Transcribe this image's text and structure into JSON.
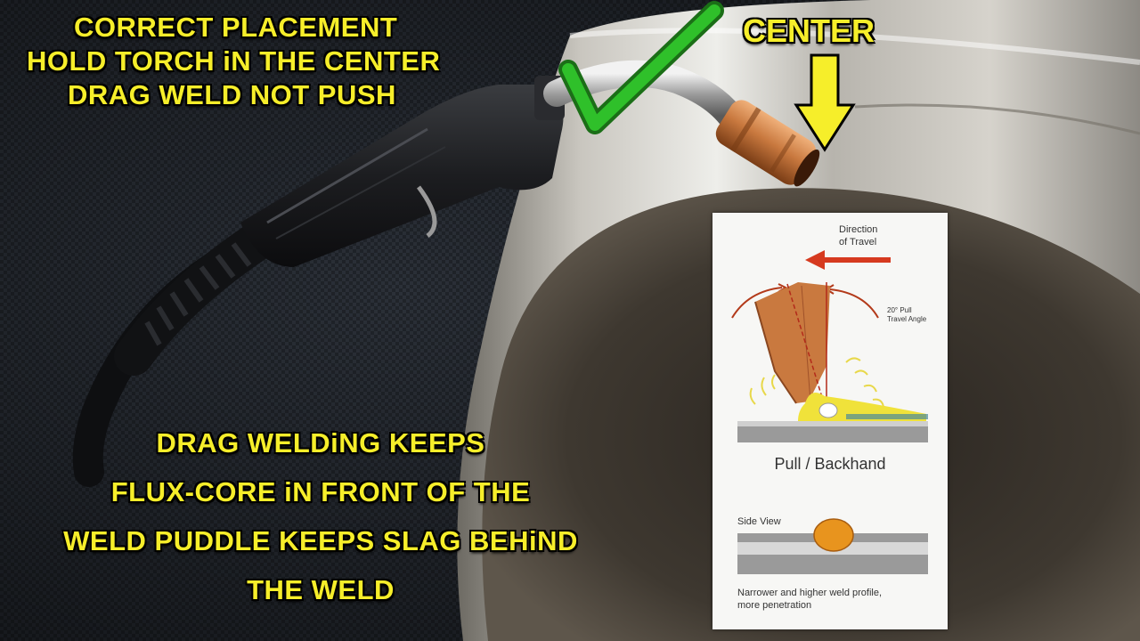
{
  "headline_top": [
    "CORRECT PLACEMENT",
    "HOLD TORCH iN THE CENTER",
    "DRAG WELD NOT PUSH"
  ],
  "headline_bottom": [
    "DRAG WELDiNG KEEPS",
    "FLUX-CORE iN FRONT OF THE",
    "WELD PUDDLE KEEPS SLAG BEHiND",
    "THE WELD"
  ],
  "center_label": "CENTER",
  "diagram": {
    "direction_line1": "Direction",
    "direction_line2": "of Travel",
    "angle_line1": "20° Pull",
    "angle_line2": "Travel Angle",
    "technique": "Pull / Backhand",
    "side_view": "Side View",
    "caption_line1": "Narrower and higher weld profile,",
    "caption_line2": "more penetration"
  },
  "colors": {
    "headline": "#f6ee2a",
    "checkmark": "#2fc02a",
    "arrow": "#f6ee2a",
    "travel_arrow": "#d63a1f",
    "torch_copper": "#c9793f"
  }
}
